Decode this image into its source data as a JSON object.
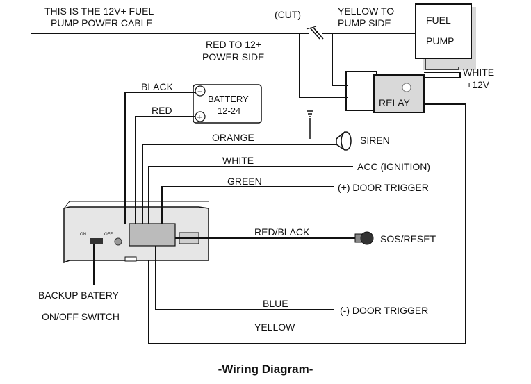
{
  "diagram": {
    "caption": "-Wiring Diagram-",
    "labels": {
      "fuel_cable_line1": "THIS IS THE 12V+ FUEL",
      "fuel_cable_line2": "PUMP POWER CABLE",
      "cut": "(CUT)",
      "yellow_to_line1": "YELLOW TO",
      "yellow_to_line2": "PUMP SIDE",
      "fuel_pump_line1": "FUEL",
      "fuel_pump_line2": "PUMP",
      "red_to_line1": "RED TO 12+",
      "red_to_line2": "POWER SIDE",
      "white_12v_line1": "WHITE",
      "white_12v_line2": "+12V",
      "relay": "RELAY",
      "black": "BLACK",
      "red": "RED",
      "battery_line1": "BATTERY",
      "battery_line2": "12-24",
      "battery_neg": "−",
      "battery_pos": "+",
      "orange": "ORANGE",
      "siren": "SIREN",
      "white": "WHITE",
      "acc": "ACC (IGNITION)",
      "green": "GREEN",
      "pos_door": "(+) DOOR TRIGGER",
      "red_black": "RED/BLACK",
      "sos_reset": "SOS/RESET",
      "switch_on": "ON",
      "switch_off": "OFF",
      "backup_line1": "BACKUP BATERY",
      "backup_line2": "ON/OFF SWITCH",
      "blue": "BLUE",
      "neg_door": "(-) DOOR TRIGGER",
      "yellow": "YELLOW"
    }
  }
}
